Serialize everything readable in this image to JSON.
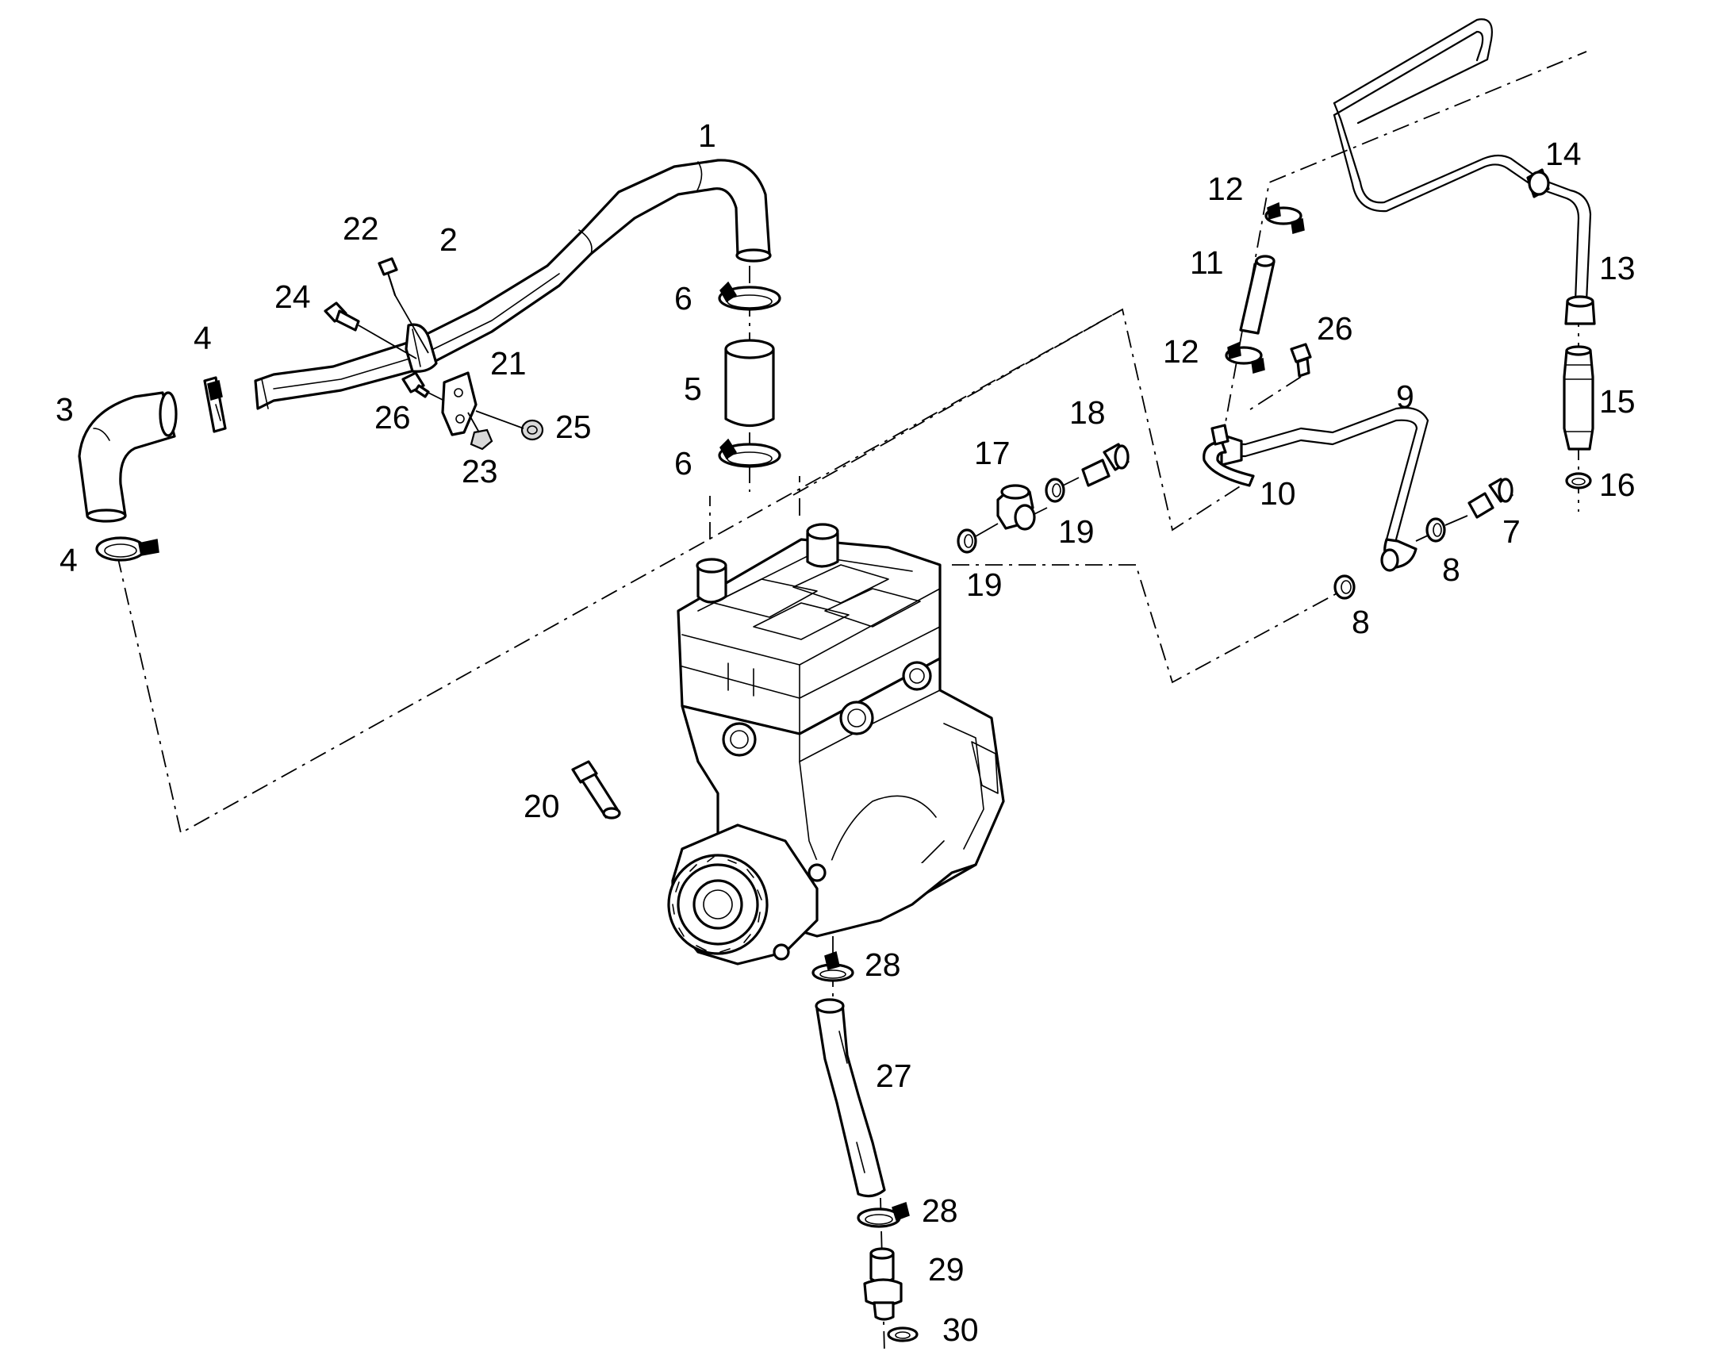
{
  "colors": {
    "line": "#000000",
    "background": "#ffffff",
    "shade": "#d8d8d8"
  },
  "callouts": [
    {
      "label": "1"
    },
    {
      "label": "2"
    },
    {
      "label": "3"
    },
    {
      "label": "4"
    },
    {
      "label": "4"
    },
    {
      "label": "5"
    },
    {
      "label": "6"
    },
    {
      "label": "6"
    },
    {
      "label": "7"
    },
    {
      "label": "8"
    },
    {
      "label": "8"
    },
    {
      "label": "9"
    },
    {
      "label": "10"
    },
    {
      "label": "11"
    },
    {
      "label": "12"
    },
    {
      "label": "12"
    },
    {
      "label": "13"
    },
    {
      "label": "14"
    },
    {
      "label": "15"
    },
    {
      "label": "16"
    },
    {
      "label": "17"
    },
    {
      "label": "18"
    },
    {
      "label": "19"
    },
    {
      "label": "19"
    },
    {
      "label": "20"
    },
    {
      "label": "21"
    },
    {
      "label": "22"
    },
    {
      "label": "23"
    },
    {
      "label": "24"
    },
    {
      "label": "25"
    },
    {
      "label": "26"
    },
    {
      "label": "26"
    },
    {
      "label": "27"
    },
    {
      "label": "28"
    },
    {
      "label": "28"
    },
    {
      "label": "29"
    },
    {
      "label": "30"
    }
  ]
}
